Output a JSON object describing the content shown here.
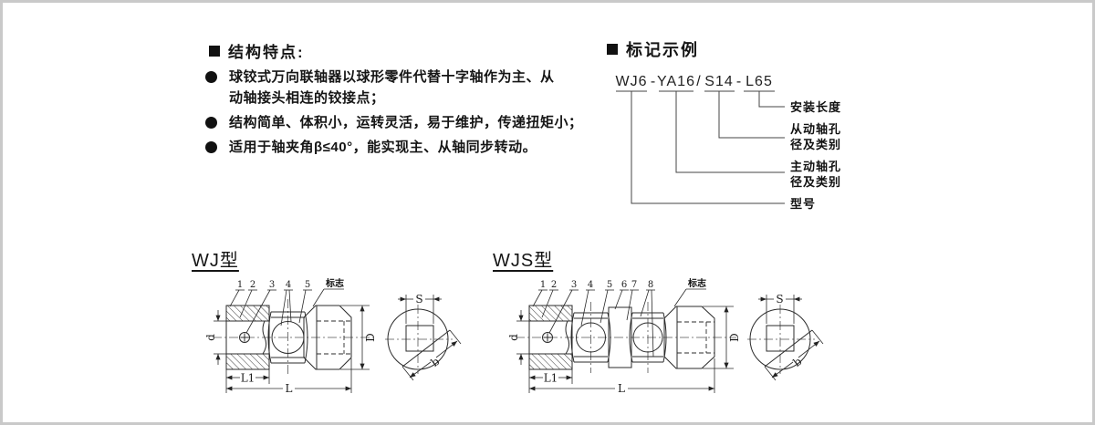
{
  "colors": {
    "page_background": "#ffffff",
    "frame": "#c9c9c9",
    "ink": "#1b1b1b"
  },
  "features": {
    "heading": "结构特点:",
    "items": [
      {
        "lines": [
          "球铰式万向联轴器以球形零件代替十字轴作为主、从",
          "动轴接头相连的铰接点；"
        ]
      },
      {
        "lines": [
          "结构简单、体积小，运转灵活，易于维护，传递扭矩小；"
        ]
      },
      {
        "lines": [
          "适用于轴夹角β≤40°，能实现主、从轴同步转动。"
        ]
      }
    ]
  },
  "marking": {
    "heading": "标记示例",
    "code": "WJ6 - YA16 / S14 - L65",
    "code_segments": [
      "WJ6",
      "YA16",
      "S14",
      "L65"
    ],
    "separators": [
      "-",
      "/",
      "-"
    ],
    "labels": {
      "install_length": "安装长度",
      "driven_shaft_line1": "从动轴孔",
      "driven_shaft_line2": "径及类别",
      "driving_shaft_line1": "主动轴孔",
      "driving_shaft_line2": "径及类别",
      "model": "型号"
    }
  },
  "drawings": {
    "wj": {
      "title": "WJ型",
      "part_numbers": [
        "1",
        "2",
        "3",
        "4",
        "5"
      ],
      "mark_label": "标志",
      "dims": {
        "d": "d",
        "l1": "L1",
        "l": "L",
        "big_d": "D",
        "s": "S",
        "b": "b"
      }
    },
    "wjs": {
      "title": "WJS型",
      "part_numbers": [
        "1",
        "2",
        "3",
        "4",
        "5",
        "6",
        "7",
        "8"
      ],
      "mark_label": "标志",
      "dims": {
        "d": "d",
        "l1": "L1",
        "l": "L",
        "big_d": "D",
        "s": "S",
        "b": "b"
      }
    }
  }
}
